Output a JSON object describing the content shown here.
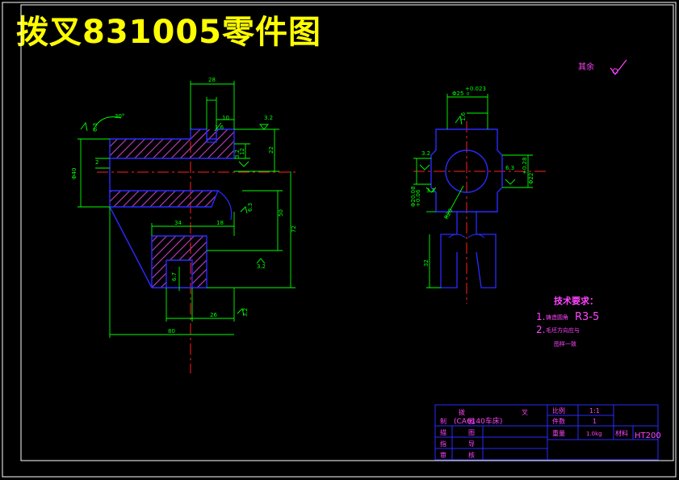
{
  "title": "拨叉831005零件图",
  "surface_note": "其余",
  "colors": {
    "background": "#000000",
    "frame": "#ffffff",
    "outline": "#2a2aff",
    "dimension": "#00ff00",
    "center": "#ff2020",
    "hatch": "#c040c0",
    "note": "#ff44ff",
    "title_text": "#ffff00"
  },
  "dims_main": {
    "top_width": "28",
    "small_top": "10",
    "angle": "30°",
    "left_dia": "Φ40",
    "hole": "2",
    "right_12": "12",
    "right_22": "22",
    "r_a": "1.6",
    "r_b": "6.3",
    "r_c": "3.2",
    "r_d": "3.2",
    "r_e": "3.2",
    "r_f": "6.3",
    "v_50": "50",
    "v_72": "72",
    "h_34": "34",
    "h_18": "18",
    "h_26": "26",
    "h_80": "80",
    "v_67": "6.7",
    "bottom_rough": "3.2"
  },
  "dims_side": {
    "top_dia": "Φ25",
    "tol": "+0.023",
    "tol_zero": "0",
    "r_a": "1.6",
    "r_b": "3.2",
    "r_c": "3.2",
    "r_d": "6.3",
    "left_dia": "Φ20.08",
    "left_tol": "+0.06",
    "right_dia": "Φ22",
    "right_tol": "+0.28",
    "r_small": "R20",
    "v_32": "32"
  },
  "tech": {
    "heading": "技术要求：",
    "item1_num": "1.",
    "item1_small": "铸造圆角",
    "item1_big": "R3-5",
    "item2_num": "2.",
    "item2_text": "毛坯方向应与",
    "item3_text": "图样一致"
  },
  "title_block": {
    "part_name_a": "拨",
    "part_name_b": "叉",
    "machine": "(CA6140车床)",
    "scale_label": "比例",
    "scale_value": "1:1",
    "qty_label": "件数",
    "qty_value": "1",
    "weight_label": "重量",
    "weight_value": "1.0kg",
    "material_label": "材料",
    "material_value": "HT200",
    "drawn_a": "制",
    "drawn_b": "图",
    "check_a": "描",
    "check_b": "图",
    "guide_a": "指",
    "guide_b": "导",
    "audit_a": "审",
    "audit_b": "核"
  }
}
